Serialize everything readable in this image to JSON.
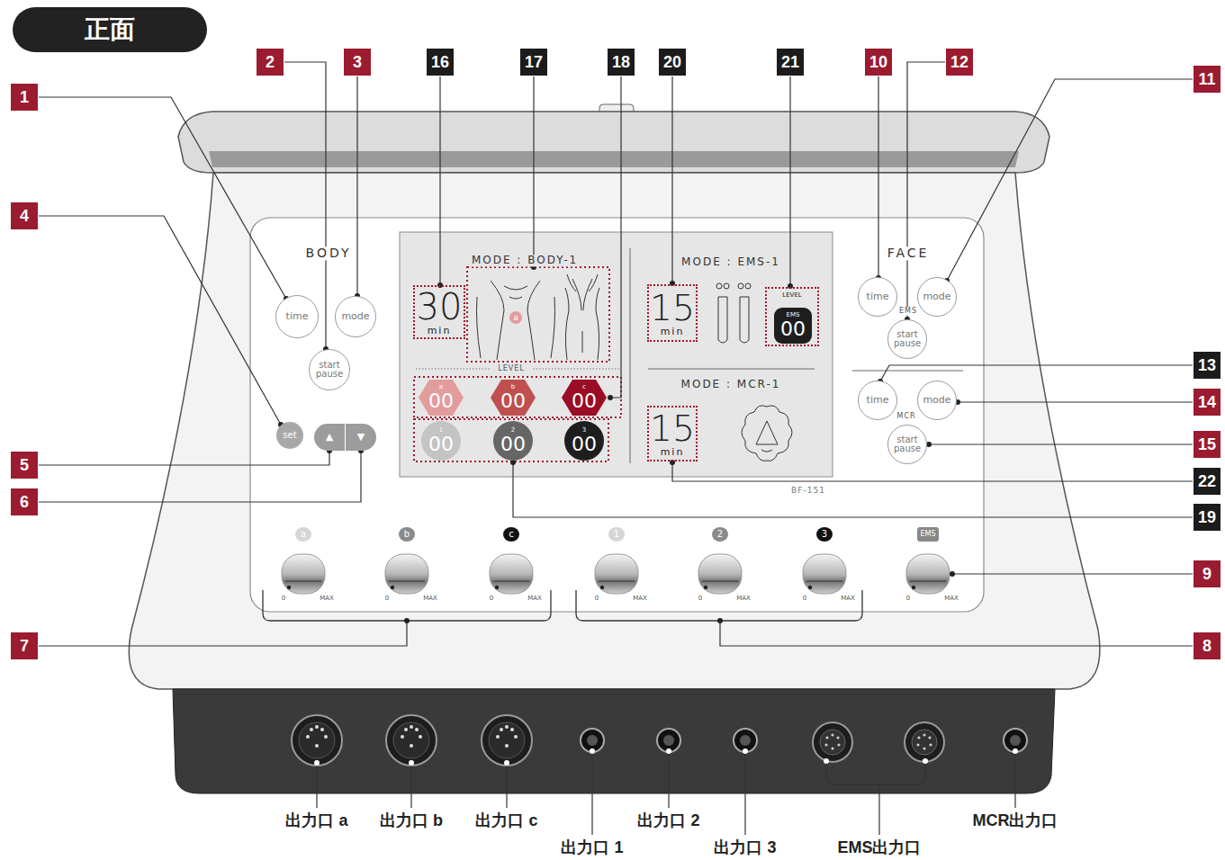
{
  "diagram": {
    "title": "正面",
    "nodes": [
      {
        "text": [
          "time"
        ]
      },
      {
        "text": [
          "mode"
        ]
      },
      {
        "text": [
          "start pause"
        ]
      },
      {
        "text": [
          "set"
        ]
      },
      {
        "text": [
          "▲"
        ]
      },
      {
        "text": [
          "▼"
        ]
      },
      {
        "text": [
          "time"
        ]
      },
      {
        "text": [
          "mode"
        ]
      },
      {
        "text": [
          "start pause"
        ]
      },
      {
        "text": [
          "time"
        ]
      },
      {
        "text": [
          "mode"
        ]
      },
      {
        "text": [
          "start pause"
        ]
      },
      {
        "text": [
          "30",
          "min"
        ]
      },
      {
        "text": [
          "a",
          "00"
        ]
      },
      {
        "text": [
          "b",
          "00"
        ]
      },
      {
        "text": [
          "c",
          "00"
        ]
      },
      {
        "text": [
          "1",
          "00"
        ]
      },
      {
        "text": [
          "2",
          "00"
        ]
      },
      {
        "text": [
          "3",
          "00"
        ]
      },
      {
        "text": [
          "15",
          "min"
        ]
      },
      {
        "text": [
          "LEVEL"
        ]
      },
      {
        "text": [
          "EMS",
          "00"
        ],
        "in": 20
      },
      {
        "text": [
          "15",
          "min"
        ]
      }
    ],
    "labels": [
      "1",
      "2",
      "3",
      "4",
      "5",
      "6",
      "7",
      "8",
      "9",
      "10",
      "11",
      "12",
      "13",
      "14",
      "15",
      "16",
      "17",
      "18",
      "19",
      "20",
      "21",
      "22",
      "BODY",
      "FACE",
      "EMS",
      "MCR",
      "MODE : BODY-1",
      "MODE : EMS-1",
      "MODE : MCR-1",
      "a",
      "LEVEL",
      "BF-151",
      "a",
      "b",
      "c",
      "1",
      "2",
      "3",
      "EMS",
      "0",
      "MAX",
      "0",
      "MAX",
      "0",
      "MAX",
      "0",
      "MAX",
      "0",
      "MAX",
      "0",
      "MAX",
      "0",
      "MAX",
      "出力口 a",
      "出力口 b",
      "出力口 c",
      "出力口 1",
      "出力口 2",
      "出力口 3",
      "EMS出力口",
      "MCR出力口"
    ]
  }
}
